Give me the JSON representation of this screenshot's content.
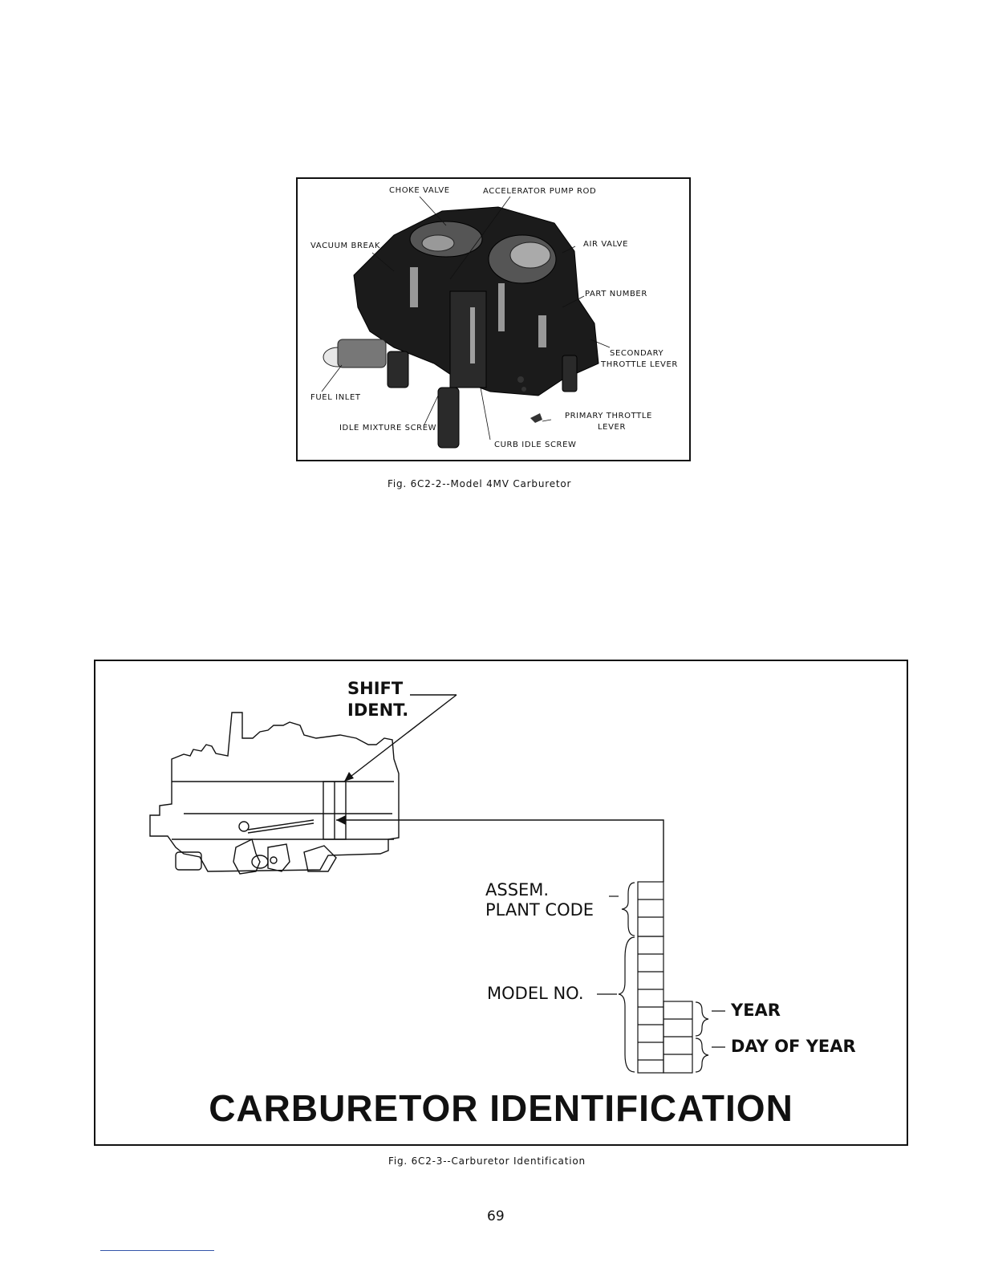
{
  "figure1": {
    "labels": {
      "choke_valve": "CHOKE VALVE",
      "accelerator_pump_rod": "ACCELERATOR PUMP ROD",
      "vacuum_break": "VACUUM BREAK",
      "air_valve": "AIR VALVE",
      "part_number": "PART NUMBER",
      "secondary_throttle_lever_1": "SECONDARY",
      "secondary_throttle_lever_2": "THROTTLE LEVER",
      "fuel_inlet": "FUEL INLET",
      "idle_mixture_screw": "IDLE MIXTURE SCREW",
      "primary_throttle_lever_1": "PRIMARY THROTTLE",
      "primary_throttle_lever_2": "LEVER",
      "curb_idle_screw": "CURB IDLE SCREW"
    },
    "caption": "Fig. 6C2-2--Model 4MV Carburetor"
  },
  "figure2": {
    "labels": {
      "shift_ident_1": "SHIFT",
      "shift_ident_2": "IDENT.",
      "assem_plant_code_1": "ASSEM.",
      "assem_plant_code_2": "PLANT CODE",
      "model_no": "MODEL NO.",
      "year": "YEAR",
      "day_of_year": "DAY OF YEAR"
    },
    "title": "CARBURETOR IDENTIFICATION",
    "caption": "Fig. 6C2-3--Carburetor Identification"
  },
  "page_number": "69"
}
